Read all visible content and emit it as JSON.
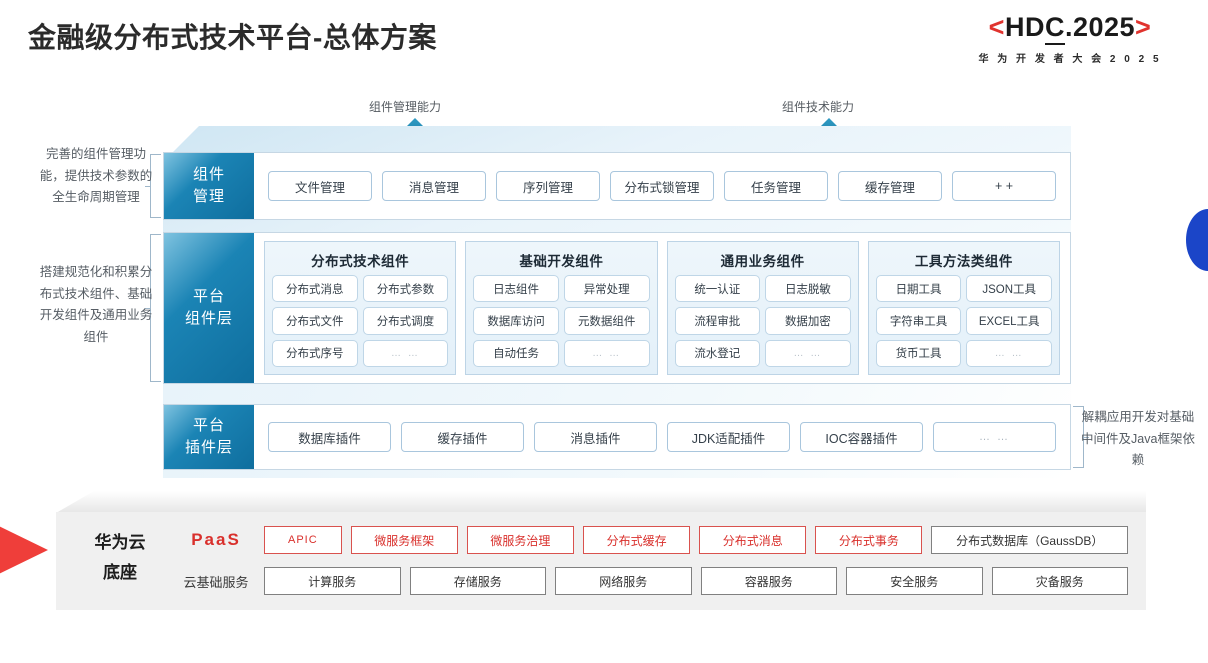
{
  "header": {
    "title": "金融级分布式技术平台-总体方案",
    "logo_main_left_bracket": "<",
    "logo_main_a": "HD",
    "logo_main_c": "C",
    "logo_main_b": ".2025",
    "logo_main_right_bracket": ">",
    "logo_sub": "华 为 开 发 者 大 会 2 0 2 5"
  },
  "capabilities": [
    {
      "label": "组件管理能力"
    },
    {
      "label": "组件技术能力"
    }
  ],
  "notes": {
    "left_top": "完善的组件管理功能，提供技术参数的全生命周期管理",
    "left_mid": "搭建规范化和积累分布式技术组件、基础开发组件及通用业务组件",
    "right_plugin": "解耦应用开发对基础中间件及Java框架依赖"
  },
  "layers": {
    "manage": {
      "tab_line1": "组件",
      "tab_line2": "管理",
      "items": [
        "文件管理",
        "消息管理",
        "序列管理",
        "分布式锁管理",
        "任务管理",
        "缓存管理",
        "+ +"
      ]
    },
    "components": {
      "tab_line1": "平台",
      "tab_line2": "组件层",
      "groups": [
        {
          "title": "分布式技术组件",
          "cells": [
            "分布式消息",
            "分布式参数",
            "分布式文件",
            "分布式调度",
            "分布式序号",
            "… …"
          ]
        },
        {
          "title": "基础开发组件",
          "cells": [
            "日志组件",
            "异常处理",
            "数据库访问",
            "元数据组件",
            "自动任务",
            "… …"
          ]
        },
        {
          "title": "通用业务组件",
          "cells": [
            "统一认证",
            "日志脱敏",
            "流程审批",
            "数据加密",
            "流水登记",
            "… …"
          ]
        },
        {
          "title": "工具方法类组件",
          "cells": [
            "日期工具",
            "JSON工具",
            "字符串工具",
            "EXCEL工具",
            "货币工具",
            "… …"
          ]
        }
      ]
    },
    "plugin": {
      "tab_line1": "平台",
      "tab_line2": "插件层",
      "items": [
        "数据库插件",
        "缓存插件",
        "消息插件",
        "JDK适配插件",
        "IOC容器插件",
        "… …"
      ]
    }
  },
  "base": {
    "title_line1": "华为云",
    "title_line2": "底座",
    "rows": [
      {
        "label": "PaaS",
        "items": [
          {
            "text": "APIC",
            "style": "red apic"
          },
          {
            "text": "微服务框架",
            "style": "red"
          },
          {
            "text": "微服务治理",
            "style": "red"
          },
          {
            "text": "分布式缓存",
            "style": "red"
          },
          {
            "text": "分布式消息",
            "style": "red"
          },
          {
            "text": "分布式事务",
            "style": "red"
          },
          {
            "text": "分布式数据库（GaussDB）",
            "style": "gray wide"
          }
        ]
      },
      {
        "label": "云基础服务",
        "items": [
          {
            "text": "计算服务",
            "style": "gray"
          },
          {
            "text": "存储服务",
            "style": "gray"
          },
          {
            "text": "网络服务",
            "style": "gray"
          },
          {
            "text": "容器服务",
            "style": "gray"
          },
          {
            "text": "安全服务",
            "style": "gray"
          },
          {
            "text": "灾备服务",
            "style": "gray"
          }
        ]
      }
    ]
  },
  "colors": {
    "brand_red": "#e0332e",
    "tab_blue": "#0f6e9e",
    "arrow_blue": "#1a6d99",
    "accent_blue": "#1b45c8"
  }
}
